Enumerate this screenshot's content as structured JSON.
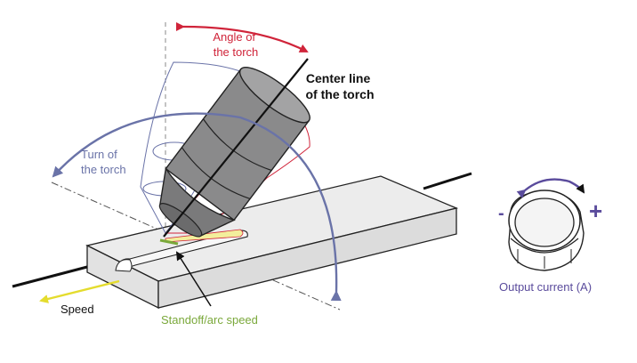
{
  "labels": {
    "angle_of_torch": [
      "Angle of",
      "the torch"
    ],
    "center_line": [
      "Center line",
      "of the torch"
    ],
    "turn_of_torch": [
      "Turn of",
      "the torch"
    ],
    "speed": "Speed",
    "standoff": "Standoff/arc speed",
    "output_current": "Output current (A)",
    "minus": "-",
    "plus": "+"
  },
  "colors": {
    "angle": "#d0243a",
    "turn": "#6a73a8",
    "speed_arrow": "#e4dc2e",
    "standoff": "#7aa83a",
    "knob_arrow": "#5a4b9c",
    "output_text": "#5a4b9c",
    "workpiece": "#ececec",
    "torch_body": "#8a8a8b",
    "line": "#111111"
  }
}
